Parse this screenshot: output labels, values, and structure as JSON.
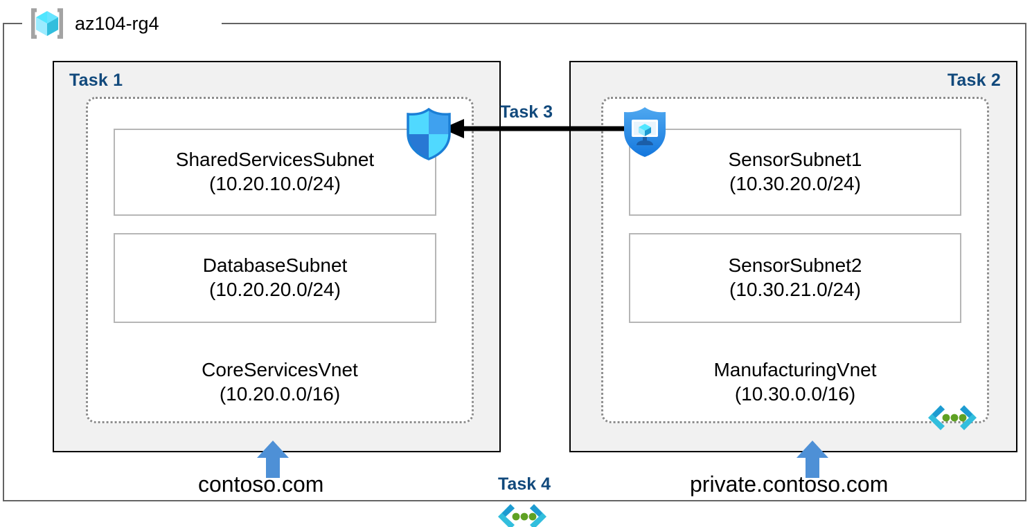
{
  "resource_group": {
    "name": "az104-rg4",
    "icon": "resource-group-cube-icon"
  },
  "tasks": {
    "task1_label": "Task 1",
    "task2_label": "Task 2",
    "task3_label": "Task 3",
    "task4_label": "Task 4"
  },
  "vnets": [
    {
      "id": "core-services",
      "name": "CoreServicesVnet",
      "cidr": "(10.20.0.0/16)",
      "icon": "vnet-icon",
      "subnets": [
        {
          "name": "SharedServicesSubnet",
          "cidr": "(10.20.10.0/24)"
        },
        {
          "name": "DatabaseSubnet",
          "cidr": "(10.20.20.0/24)"
        }
      ]
    },
    {
      "id": "manufacturing",
      "name": "ManufacturingVnet",
      "cidr": "(10.30.0.0/16)",
      "icon": "vnet-icon",
      "subnets": [
        {
          "name": "SensorSubnet1",
          "cidr": "(10.30.20.0/24)"
        },
        {
          "name": "SensorSubnet2",
          "cidr": "(10.30.21.0/24)"
        }
      ]
    }
  ],
  "icons": {
    "firewall_shield": "shield-icon",
    "vm_shield": "shield-virtual-machine-icon",
    "peering_arrow": "left-arrow-icon",
    "dns_arrow": "up-arrow-icon"
  },
  "dns_zones": [
    {
      "name": "contoso.com"
    },
    {
      "name": "private.contoso.com"
    }
  ],
  "colors": {
    "task_label": "#11497c",
    "panel_fill": "#f1f1f1",
    "panel_border": "#000000",
    "vnet_border": "#8d8d8d",
    "subnet_border": "#b6b6b6",
    "rg_border": "#636363",
    "dns_arrow": "#4e90d6",
    "shield_blue": "#2f9bf2",
    "cube_cyan": "#50e6ff",
    "vnet_green": "#5ea123"
  }
}
